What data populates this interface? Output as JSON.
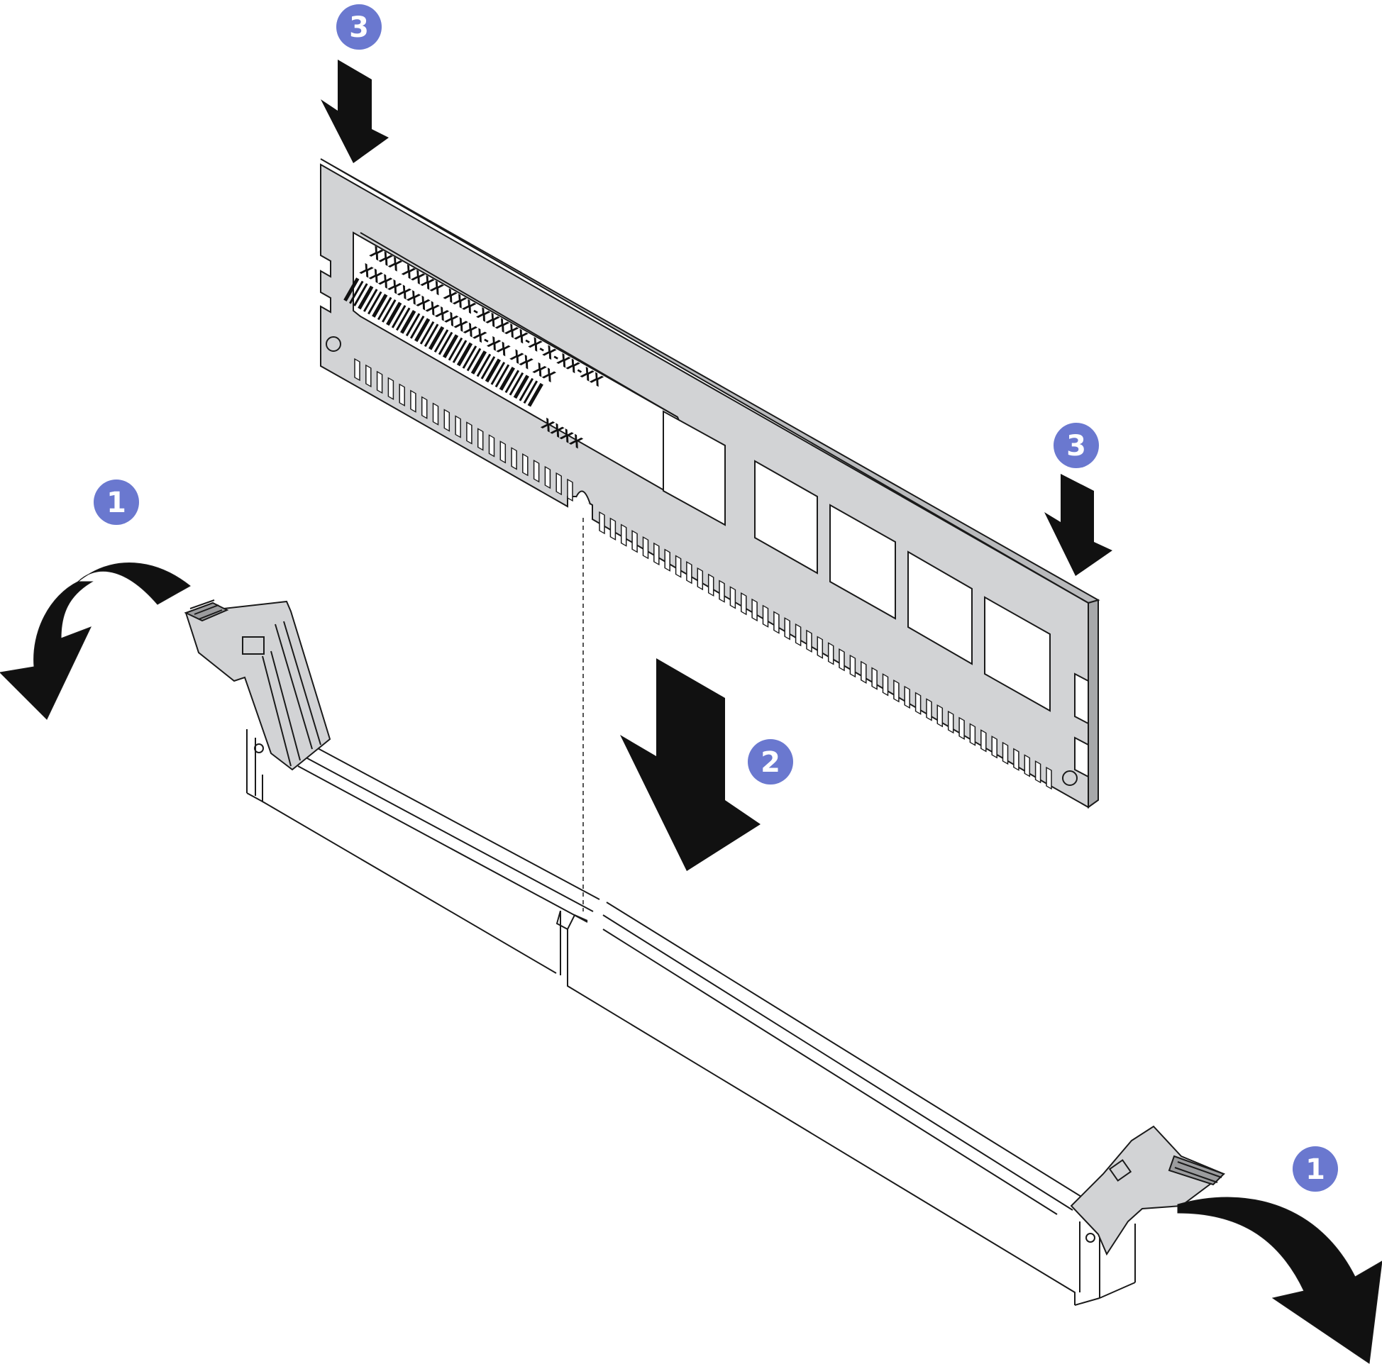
{
  "colors": {
    "callout": "#6a78cf",
    "module_fill": "#d2d3d5",
    "outline": "#1a1a1a",
    "arrow": "#111111"
  },
  "callouts": {
    "step1": "1",
    "step2": "2",
    "step3": "3"
  },
  "module_label": {
    "line1": "XXX XXXX XXX-XXXXX-X-X-XX-XX",
    "line2": "XXXXXXXXXXXXX-XX XX XX",
    "line3": "XXXX"
  }
}
